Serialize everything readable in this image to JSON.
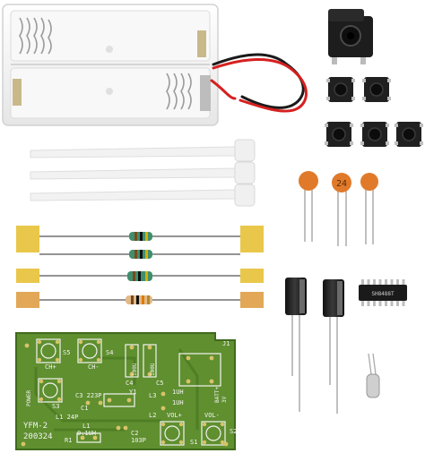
{
  "scene": {
    "description_free": true,
    "colors": {
      "background": "#ffffff",
      "pcb_green": "#5f8f2f",
      "pcb_dark": "#3f6a1c",
      "pad_gold": "#d8c36a",
      "silk_white": "#f3f3f3",
      "battery_box": "#f4f4f4",
      "wire_red": "#d62020",
      "wire_black": "#1a1a1a",
      "cap_orange": "#e07a2a",
      "resistor_green": "#3f8f6e",
      "resistor_beige": "#e2b988",
      "cable_tie": "#f2f2f2",
      "foam_yellow": "#e9c74a",
      "foam_orange": "#e2a857",
      "electrolytic": "#1c1c1c",
      "button_black": "#202020",
      "button_metal": "#bfbfbf"
    },
    "ceramic_cap_label": "24",
    "pcb_labels": {
      "s5": "S5",
      "s4": "S4",
      "chplus": "CH+",
      "chminus": "CH-",
      "s3": "S3",
      "c4": "C4",
      "c5": "C5",
      "c100_a": "100U",
      "c100_b": "100U",
      "j1": "J1",
      "power": "POWER",
      "c3": "C3 223P",
      "y1": "Y1",
      "l3": "L3",
      "uh1": "1UH",
      "batt": "BATT+",
      "v3": "3V",
      "l1": "L1 24P",
      "c1": "C1",
      "l2": "L2",
      "vol_plus": "VOL+",
      "vol_minus": "VOL-",
      "uh2": "1UH",
      "model": "YFM-2",
      "date": "200324",
      "l1b": "L1",
      "uh3": "0.1UH",
      "r1": "R1",
      "c2": "C2",
      "c2v": "103P",
      "s1": "S1",
      "s2": "S2"
    },
    "ic_marking": "SH8488T"
  }
}
